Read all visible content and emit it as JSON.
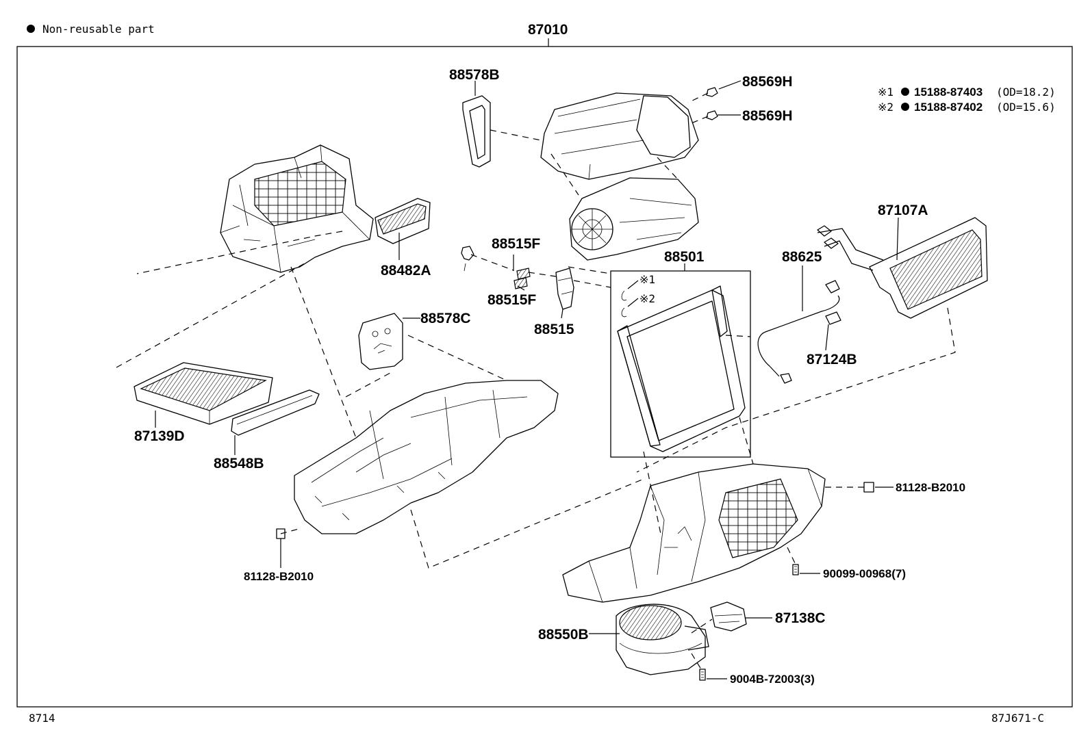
{
  "legend": {
    "symbol": "●",
    "text": "Non-reusable part"
  },
  "assembly_label": "87010",
  "notes": [
    {
      "mark": "※1",
      "symbol": "●",
      "part": "15188-87403",
      "spec": "(OD=18.2)"
    },
    {
      "mark": "※2",
      "symbol": "●",
      "part": "15188-87402",
      "spec": "(OD=15.6)"
    }
  ],
  "callouts": {
    "p88578B": "88578B",
    "p88569H_a": "88569H",
    "p88569H_b": "88569H",
    "p88482A": "88482A",
    "p88515F_a": "88515F",
    "p88515F_b": "88515F",
    "p88515": "88515",
    "p88578C": "88578C",
    "p88501": "88501",
    "p88625": "88625",
    "p87107A": "87107A",
    "p87124B": "87124B",
    "p87139D": "87139D",
    "p88548B": "88548B",
    "p81128_right": "81128-B2010",
    "p81128_left": "81128-B2010",
    "p90099": "90099-00968(7)",
    "p87138C": "87138C",
    "p88550B": "88550B",
    "p9004B": "9004B-72003(3)",
    "mark1": "※1",
    "mark2": "※2"
  },
  "footer": {
    "left": "8714",
    "right": "87J671-C"
  }
}
